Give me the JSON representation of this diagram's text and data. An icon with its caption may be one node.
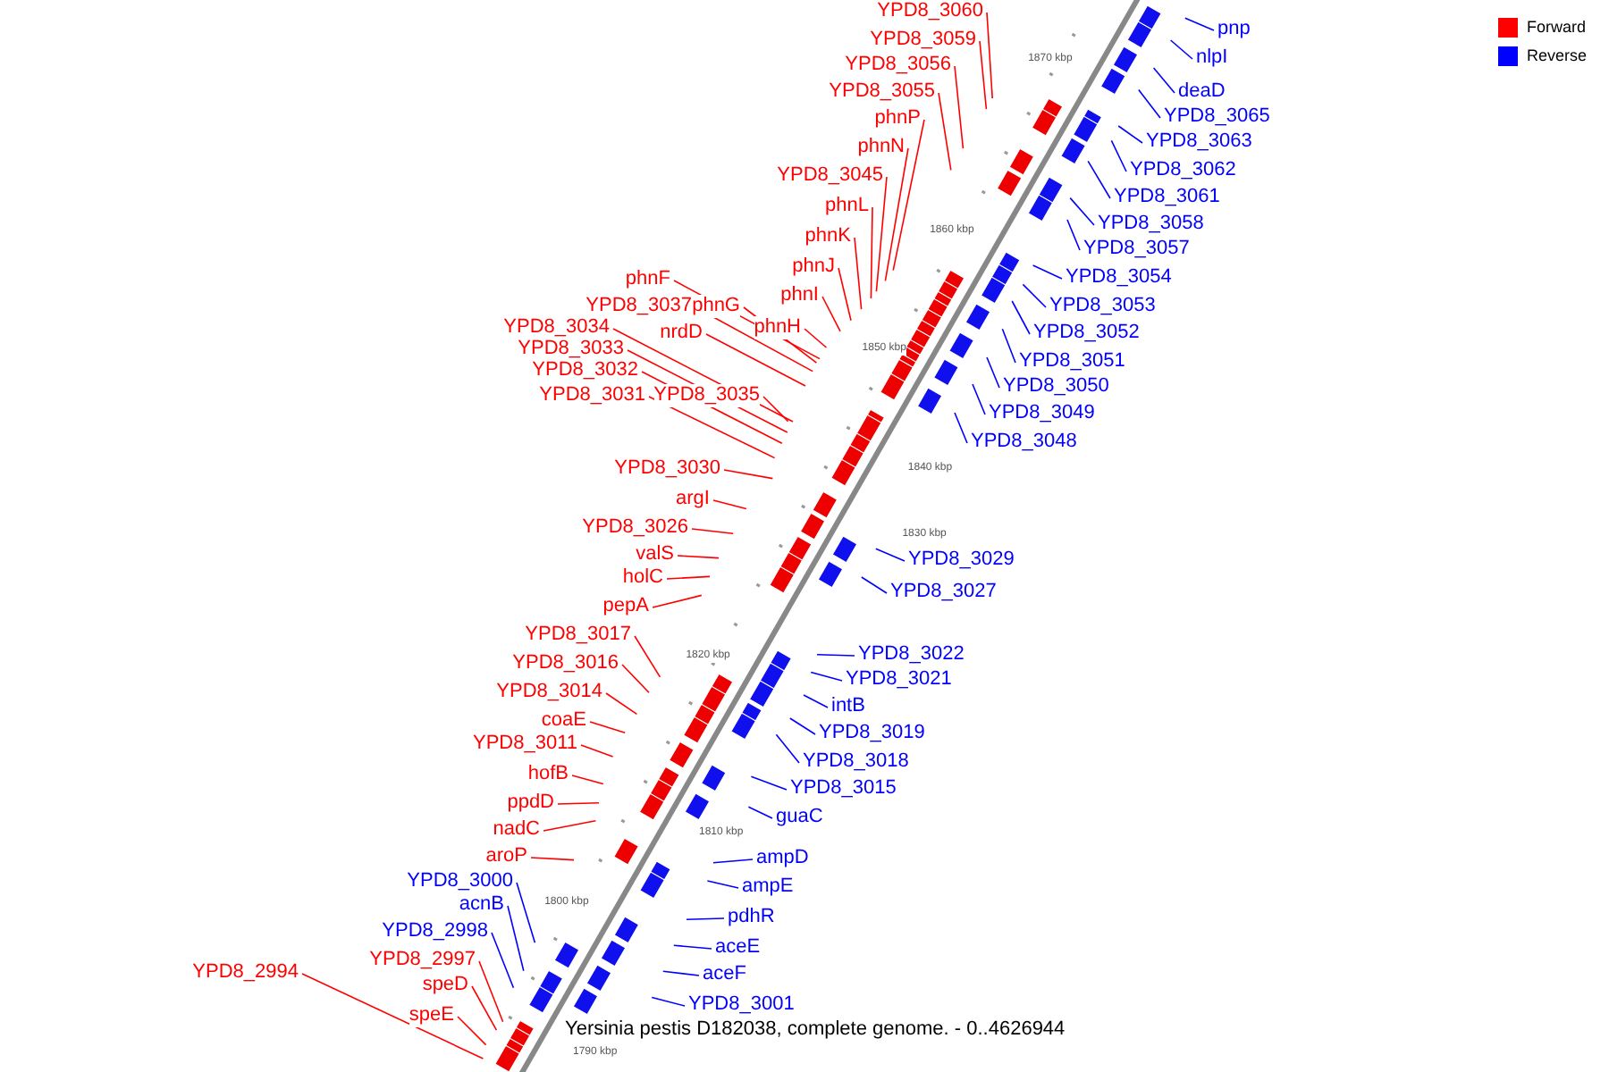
{
  "diagram": {
    "caption": "Yersinia pestis D182038, complete genome. - 0..4626944",
    "nodes": [
      {
        "text": [
          "YPD8_3060"
        ]
      },
      {
        "text": [
          "YPD8_3059"
        ]
      },
      {
        "text": [
          "YPD8_3056"
        ]
      },
      {
        "text": [
          "YPD8_3055"
        ]
      },
      {
        "text": [
          "phnP"
        ]
      },
      {
        "text": [
          "phnN"
        ]
      },
      {
        "text": [
          "YPD8_3045"
        ]
      },
      {
        "text": [
          "phnL"
        ]
      },
      {
        "text": [
          "phnK"
        ]
      },
      {
        "text": [
          "phnJ"
        ]
      },
      {
        "text": [
          "phnI"
        ]
      },
      {
        "text": [
          "phnH"
        ]
      },
      {
        "text": [
          "phnF"
        ]
      },
      {
        "text": [
          "phnG"
        ]
      },
      {
        "text": [
          "YPD8_3037"
        ]
      },
      {
        "text": [
          "nrdD"
        ]
      },
      {
        "text": [
          "YPD8_3034"
        ]
      },
      {
        "text": [
          "YPD8_3033"
        ]
      },
      {
        "text": [
          "YPD8_3032"
        ]
      },
      {
        "text": [
          "YPD8_3031"
        ]
      },
      {
        "text": [
          "YPD8_3035"
        ]
      },
      {
        "text": [
          "YPD8_3030"
        ]
      },
      {
        "text": [
          "argI"
        ]
      },
      {
        "text": [
          "YPD8_3026"
        ]
      },
      {
        "text": [
          "valS"
        ]
      },
      {
        "text": [
          "holC"
        ]
      },
      {
        "text": [
          "pepA"
        ]
      },
      {
        "text": [
          "YPD8_3017"
        ]
      },
      {
        "text": [
          "YPD8_3016"
        ]
      },
      {
        "text": [
          "YPD8_3014"
        ]
      },
      {
        "text": [
          "coaE"
        ]
      },
      {
        "text": [
          "YPD8_3011"
        ]
      },
      {
        "text": [
          "hofB"
        ]
      },
      {
        "text": [
          "ppdD"
        ]
      },
      {
        "text": [
          "nadC"
        ]
      },
      {
        "text": [
          "aroP"
        ]
      },
      {
        "text": [
          "YPD8_3000"
        ]
      },
      {
        "text": [
          "acnB"
        ]
      },
      {
        "text": [
          "YPD8_2998"
        ]
      },
      {
        "text": [
          "YPD8_2997"
        ]
      },
      {
        "text": [
          "speD"
        ]
      },
      {
        "text": [
          "speE"
        ]
      },
      {
        "text": [
          "YPD8_2994"
        ]
      },
      {
        "text": [
          "pnp"
        ]
      },
      {
        "text": [
          "nlpI"
        ]
      },
      {
        "text": [
          "deaD"
        ]
      },
      {
        "text": [
          "YPD8_3065"
        ]
      },
      {
        "text": [
          "YPD8_3063"
        ]
      },
      {
        "text": [
          "YPD8_3062"
        ]
      },
      {
        "text": [
          "YPD8_3061"
        ]
      },
      {
        "text": [
          "YPD8_3058"
        ]
      },
      {
        "text": [
          "YPD8_3057"
        ]
      },
      {
        "text": [
          "YPD8_3054"
        ]
      },
      {
        "text": [
          "YPD8_3053"
        ]
      },
      {
        "text": [
          "YPD8_3052"
        ]
      },
      {
        "text": [
          "YPD8_3051"
        ]
      },
      {
        "text": [
          "YPD8_3050"
        ]
      },
      {
        "text": [
          "YPD8_3049"
        ]
      },
      {
        "text": [
          "YPD8_3048"
        ]
      },
      {
        "text": [
          "YPD8_3029"
        ]
      },
      {
        "text": [
          "YPD8_3027"
        ]
      },
      {
        "text": [
          "YPD8_3022"
        ]
      },
      {
        "text": [
          "YPD8_3021"
        ]
      },
      {
        "text": [
          "intB"
        ]
      },
      {
        "text": [
          "YPD8_3019"
        ]
      },
      {
        "text": [
          "YPD8_3018"
        ]
      },
      {
        "text": [
          "YPD8_3015"
        ]
      },
      {
        "text": [
          "guaC"
        ]
      },
      {
        "text": [
          "ampD"
        ]
      },
      {
        "text": [
          "ampE"
        ]
      },
      {
        "text": [
          "pdhR"
        ]
      },
      {
        "text": [
          "aceE"
        ]
      },
      {
        "text": [
          "aceF"
        ]
      },
      {
        "text": [
          "YPD8_3001"
        ]
      }
    ],
    "edges": [
      {
        "from": 0,
        "to": null,
        "arrow": "none"
      },
      {
        "from": 1,
        "to": null,
        "arrow": "none"
      },
      {
        "from": 2,
        "to": null,
        "arrow": "none"
      },
      {
        "from": 3,
        "to": null,
        "arrow": "none"
      },
      {
        "from": 4,
        "to": null,
        "arrow": "none"
      },
      {
        "from": 5,
        "to": null,
        "arrow": "none"
      },
      {
        "from": 6,
        "to": null,
        "arrow": "none"
      },
      {
        "from": 7,
        "to": null,
        "arrow": "none"
      },
      {
        "from": 8,
        "to": null,
        "arrow": "none"
      },
      {
        "from": 9,
        "to": null,
        "arrow": "none"
      },
      {
        "from": 10,
        "to": null,
        "arrow": "none"
      },
      {
        "from": 11,
        "to": null,
        "arrow": "none"
      },
      {
        "from": 12,
        "to": null,
        "arrow": "none"
      },
      {
        "from": 13,
        "to": null,
        "arrow": "none"
      },
      {
        "from": 14,
        "to": null,
        "arrow": "none"
      },
      {
        "from": 15,
        "to": null,
        "arrow": "none"
      },
      {
        "from": 16,
        "to": null,
        "arrow": "none"
      },
      {
        "from": 17,
        "to": null,
        "arrow": "none"
      },
      {
        "from": 18,
        "to": null,
        "arrow": "none"
      },
      {
        "from": 19,
        "to": null,
        "arrow": "none"
      },
      {
        "from": 20,
        "to": null,
        "arrow": "none"
      },
      {
        "from": 21,
        "to": null,
        "arrow": "none"
      },
      {
        "from": 22,
        "to": null,
        "arrow": "none"
      },
      {
        "from": 23,
        "to": null,
        "arrow": "none"
      },
      {
        "from": 24,
        "to": null,
        "arrow": "none"
      },
      {
        "from": 25,
        "to": null,
        "arrow": "none"
      },
      {
        "from": 26,
        "to": null,
        "arrow": "none"
      },
      {
        "from": 27,
        "to": null,
        "arrow": "none"
      },
      {
        "from": 28,
        "to": null,
        "arrow": "none"
      },
      {
        "from": 29,
        "to": null,
        "arrow": "none"
      },
      {
        "from": 30,
        "to": null,
        "arrow": "none"
      },
      {
        "from": 31,
        "to": null,
        "arrow": "none"
      },
      {
        "from": 32,
        "to": null,
        "arrow": "none"
      },
      {
        "from": 33,
        "to": null,
        "arrow": "none"
      },
      {
        "from": 34,
        "to": null,
        "arrow": "none"
      },
      {
        "from": 35,
        "to": null,
        "arrow": "none"
      },
      {
        "from": 36,
        "to": null,
        "arrow": "none",
        "color": "#0000ff"
      },
      {
        "from": 37,
        "to": null,
        "arrow": "none",
        "color": "#0000ff"
      },
      {
        "from": 38,
        "to": null,
        "arrow": "none",
        "color": "#0000ff"
      },
      {
        "from": 39,
        "to": null,
        "arrow": "none"
      },
      {
        "from": 40,
        "to": null,
        "arrow": "none"
      },
      {
        "from": 41,
        "to": null,
        "arrow": "none"
      },
      {
        "from": 42,
        "to": null,
        "arrow": "none"
      },
      {
        "from": 43,
        "to": null,
        "arrow": "none",
        "color": "#0000ff"
      },
      {
        "from": 44,
        "to": null,
        "arrow": "none",
        "color": "#0000ff"
      },
      {
        "from": 45,
        "to": null,
        "arrow": "none",
        "color": "#0000ff"
      },
      {
        "from": 46,
        "to": null,
        "arrow": "none",
        "color": "#0000ff"
      },
      {
        "from": 47,
        "to": null,
        "arrow": "none",
        "color": "#0000ff"
      },
      {
        "from": 48,
        "to": null,
        "arrow": "none",
        "color": "#0000ff"
      },
      {
        "from": 49,
        "to": null,
        "arrow": "none",
        "color": "#0000ff"
      },
      {
        "from": 50,
        "to": null,
        "arrow": "none",
        "color": "#0000ff"
      },
      {
        "from": 51,
        "to": null,
        "arrow": "none",
        "color": "#0000ff"
      },
      {
        "from": 52,
        "to": null,
        "arrow": "none",
        "color": "#0000ff"
      },
      {
        "from": 53,
        "to": null,
        "arrow": "none",
        "color": "#0000ff"
      },
      {
        "from": 54,
        "to": null,
        "arrow": "none",
        "color": "#0000ff"
      },
      {
        "from": 55,
        "to": null,
        "arrow": "none",
        "color": "#0000ff"
      },
      {
        "from": 56,
        "to": null,
        "arrow": "none",
        "color": "#0000ff"
      },
      {
        "from": 57,
        "to": null,
        "arrow": "none",
        "color": "#0000ff"
      },
      {
        "from": 58,
        "to": null,
        "arrow": "none",
        "color": "#0000ff"
      },
      {
        "from": 59,
        "to": null,
        "arrow": "none",
        "color": "#0000ff"
      },
      {
        "from": 60,
        "to": null,
        "arrow": "none",
        "color": "#0000ff"
      },
      {
        "from": 61,
        "to": null,
        "arrow": "none",
        "color": "#0000ff"
      },
      {
        "from": 62,
        "to": null,
        "arrow": "none",
        "color": "#0000ff"
      },
      {
        "from": 63,
        "to": null,
        "arrow": "none",
        "color": "#0000ff"
      },
      {
        "from": 64,
        "to": null,
        "arrow": "none",
        "color": "#0000ff"
      },
      {
        "from": 65,
        "to": null,
        "arrow": "none",
        "color": "#0000ff"
      },
      {
        "from": 66,
        "to": null,
        "arrow": "none",
        "color": "#0000ff"
      },
      {
        "from": 67,
        "to": null,
        "arrow": "none",
        "color": "#0000ff"
      },
      {
        "from": 68,
        "to": null,
        "arrow": "none",
        "color": "#0000ff"
      },
      {
        "from": 69,
        "to": null,
        "arrow": "none",
        "color": "#0000ff"
      },
      {
        "from": 70,
        "to": null,
        "arrow": "none",
        "color": "#0000ff"
      },
      {
        "from": 71,
        "to": null,
        "arrow": "none",
        "color": "#0000ff"
      },
      {
        "from": 72,
        "to": null,
        "arrow": "none",
        "color": "#0000ff"
      },
      {
        "from": 73,
        "to": null,
        "arrow": "none",
        "color": "#0000ff"
      }
    ],
    "labels": [
      "1870 kbp",
      "1860 kbp",
      "1850 kbp",
      "1840 kbp",
      "1830 kbp",
      "1820 kbp",
      "1810 kbp",
      "1800 kbp",
      "1790 kbp"
    ],
    "legend": [
      {
        "text": "Forward",
        "color": "#ff0000"
      },
      {
        "text": "Reverse",
        "color": "#0000ff"
      }
    ]
  }
}
